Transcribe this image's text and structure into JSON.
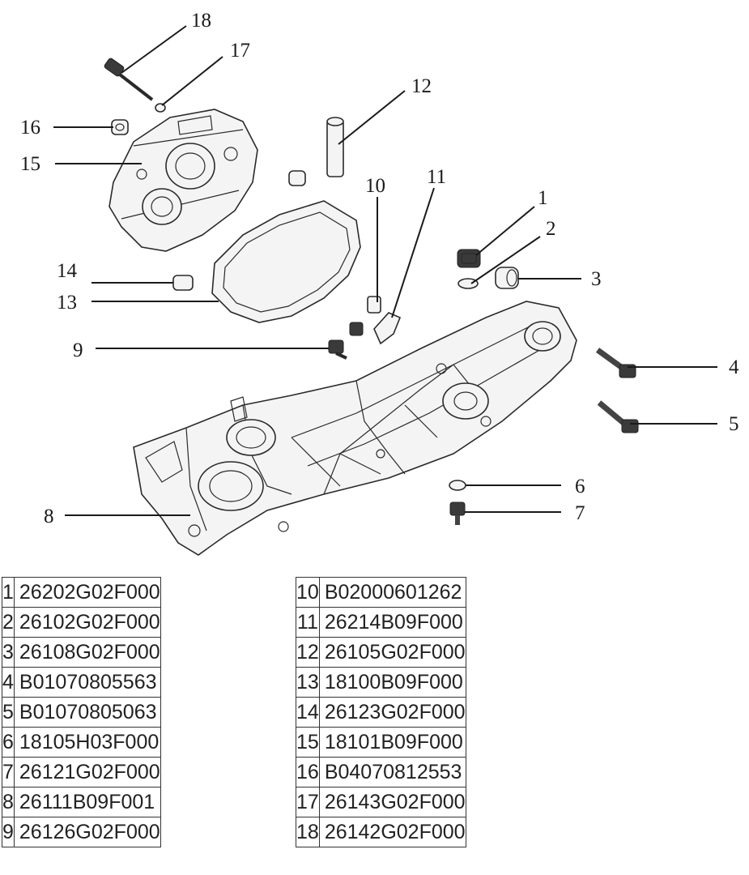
{
  "callouts": [
    "1",
    "2",
    "3",
    "4",
    "5",
    "6",
    "7",
    "8",
    "9",
    "10",
    "11",
    "12",
    "13",
    "14",
    "15",
    "16",
    "17",
    "18"
  ],
  "parts_left": [
    {
      "no": "1",
      "code": "26202G02F000"
    },
    {
      "no": "2",
      "code": "26102G02F000"
    },
    {
      "no": "3",
      "code": "26108G02F000"
    },
    {
      "no": "4",
      "code": "B01070805563"
    },
    {
      "no": "5",
      "code": "B01070805063"
    },
    {
      "no": "6",
      "code": "18105H03F000"
    },
    {
      "no": "7",
      "code": "26121G02F000"
    },
    {
      "no": "8",
      "code": "26111B09F001"
    },
    {
      "no": "9",
      "code": "26126G02F000"
    }
  ],
  "parts_right": [
    {
      "no": "10",
      "code": "B02000601262"
    },
    {
      "no": "11",
      "code": "26214B09F000"
    },
    {
      "no": "12",
      "code": "26105G02F000"
    },
    {
      "no": "13",
      "code": "18100B09F000"
    },
    {
      "no": "14",
      "code": "26123G02F000"
    },
    {
      "no": "15",
      "code": "18101B09F000"
    },
    {
      "no": "16",
      "code": "B04070812553"
    },
    {
      "no": "17",
      "code": "26143G02F000"
    },
    {
      "no": "18",
      "code": "26142G02F000"
    }
  ]
}
